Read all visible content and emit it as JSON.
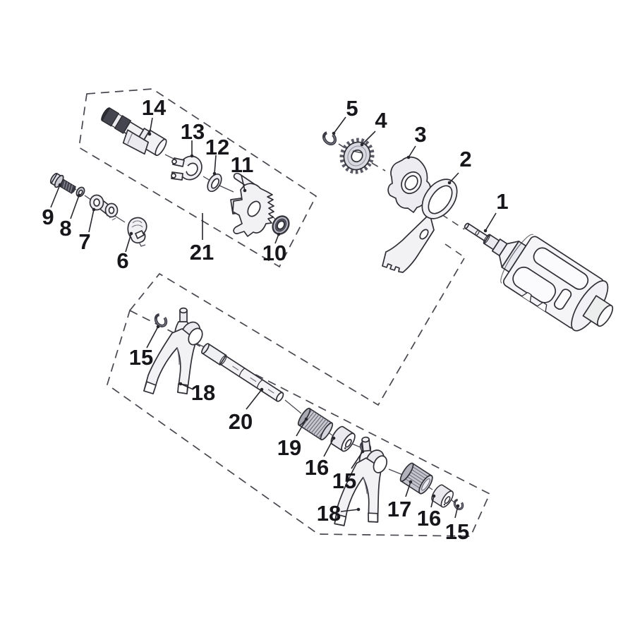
{
  "diagram": {
    "type": "exploded-parts-diagram",
    "subject": "gear-shift-mechanism",
    "background_color": "#ffffff",
    "line_color": "#2f2f36",
    "outline_dash_color": "#47474f",
    "dark_part_color": "#45454f",
    "light_part_color": "#f2f2f5",
    "mid_part_color": "#c8c8d1",
    "callouts": [
      {
        "number": "14"
      },
      {
        "number": "13"
      },
      {
        "number": "12"
      },
      {
        "number": "11"
      },
      {
        "number": "10"
      },
      {
        "number": "21"
      },
      {
        "number": "9"
      },
      {
        "number": "8"
      },
      {
        "number": "7"
      },
      {
        "number": "6"
      },
      {
        "number": "5"
      },
      {
        "number": "4"
      },
      {
        "number": "3"
      },
      {
        "number": "2"
      },
      {
        "number": "1"
      },
      {
        "number": "15"
      },
      {
        "number": "18"
      },
      {
        "number": "20"
      },
      {
        "number": "19"
      },
      {
        "number": "16"
      },
      {
        "number": "15"
      },
      {
        "number": "18"
      },
      {
        "number": "17"
      },
      {
        "number": "16"
      },
      {
        "number": "15"
      }
    ]
  }
}
